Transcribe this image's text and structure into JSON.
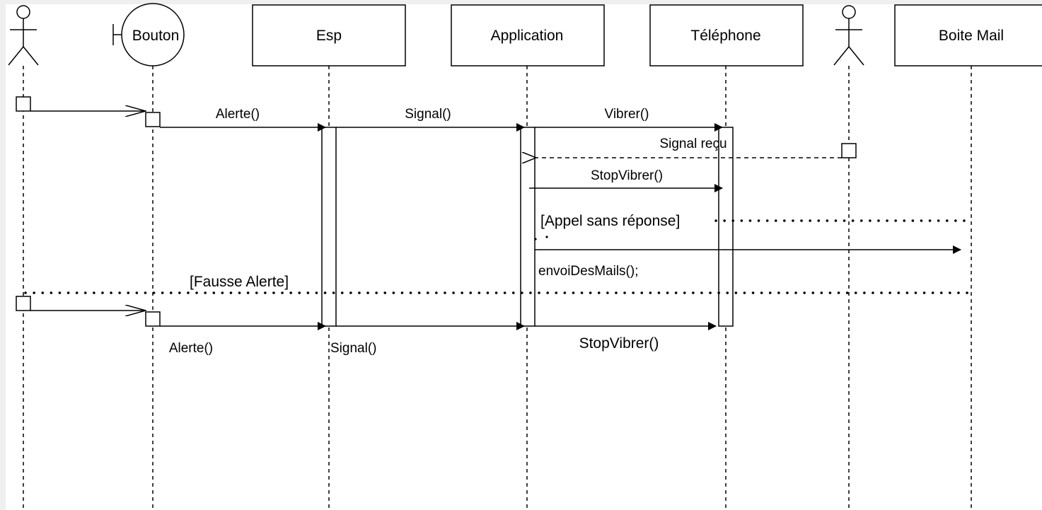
{
  "participants": {
    "user": "",
    "bouton": "Bouton",
    "esp": "Esp",
    "application": "Application",
    "telephone": "Téléphone",
    "actor2": "",
    "boite_mail": "Boite Mail"
  },
  "messages": {
    "alerte_1": "Alerte()",
    "signal_1": "Signal()",
    "vibrer": "Vibrer()",
    "signal_recu": "Signal reçu",
    "stopvibrer_1": "StopVibrer()",
    "envoi_mails": "envoiDesMails();",
    "alerte_2": "Alerte()",
    "signal_2": "Signal()",
    "stopvibrer_2": "StopVibrer()"
  },
  "guards": {
    "appel_sans_reponse": "[Appel sans réponse]",
    "fausse_alerte": "[Fausse Alerte]"
  },
  "colors": {
    "line": "#000000",
    "background": "#ffffff",
    "frame": "#efefef"
  }
}
